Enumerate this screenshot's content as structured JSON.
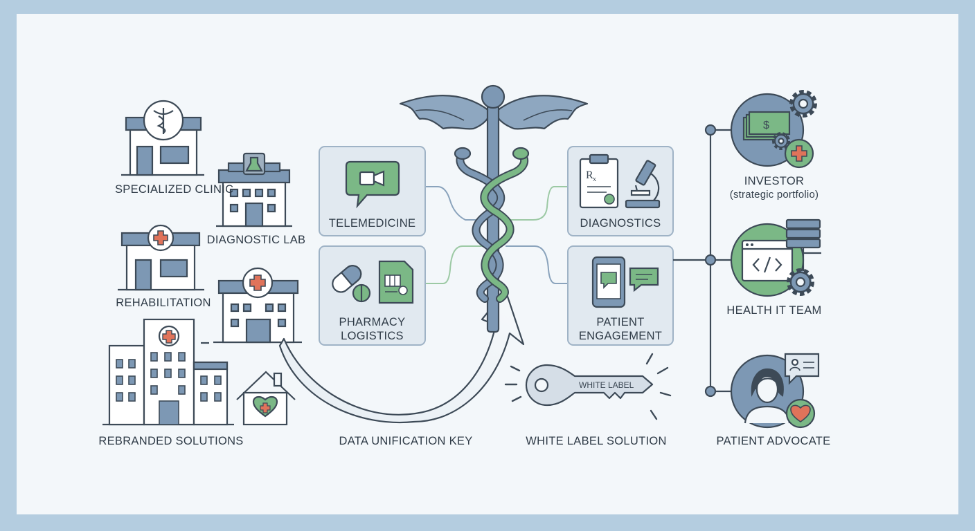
{
  "facilities": {
    "specialized_clinic": "SPECIALIZED CLINIC",
    "diagnostic_lab": "DIAGNOSTIC LAB",
    "rehabilitation": "REHABILITATION",
    "rebranded_solutions": "REBRANDED SOLUTIONS"
  },
  "services": {
    "telemedicine": "TELEMEDICINE",
    "pharmacy_logistics_line1": "PHARMACY",
    "pharmacy_logistics_line2": "LOGISTICS",
    "diagnostics": "DIAGNOSTICS",
    "patient_engagement_line1": "PATIENT",
    "patient_engagement_line2": "ENGAGEMENT"
  },
  "center": {
    "data_unification_key": "DATA UNIFICATION KEY",
    "white_label_solution": "WHITE LABEL SOLUTION",
    "key_label": "WHITE LABEL"
  },
  "stakeholders": {
    "investor": "INVESTOR",
    "investor_sub": "(strategic portfolio)",
    "health_it_team": "HEALTH IT TEAM",
    "patient_advocate": "PATIENT ADVOCATE"
  },
  "colors": {
    "frame": "#b4cde0",
    "background": "#f3f7fa",
    "slate_blue": "#7d98b4",
    "dark_line": "#3d4a57",
    "green": "#7bb886",
    "coral": "#e0735a"
  },
  "icons": [
    "caduceus-icon",
    "video-chat-icon",
    "pill-icon",
    "prescription-icon",
    "microscope-icon",
    "smartphone-chat-icon",
    "money-icon",
    "gear-icon",
    "code-window-icon",
    "server-icon",
    "person-icon",
    "heart-icon",
    "key-icon",
    "hospital-icon",
    "home-heart-icon",
    "flask-icon",
    "medical-cross-icon"
  ]
}
